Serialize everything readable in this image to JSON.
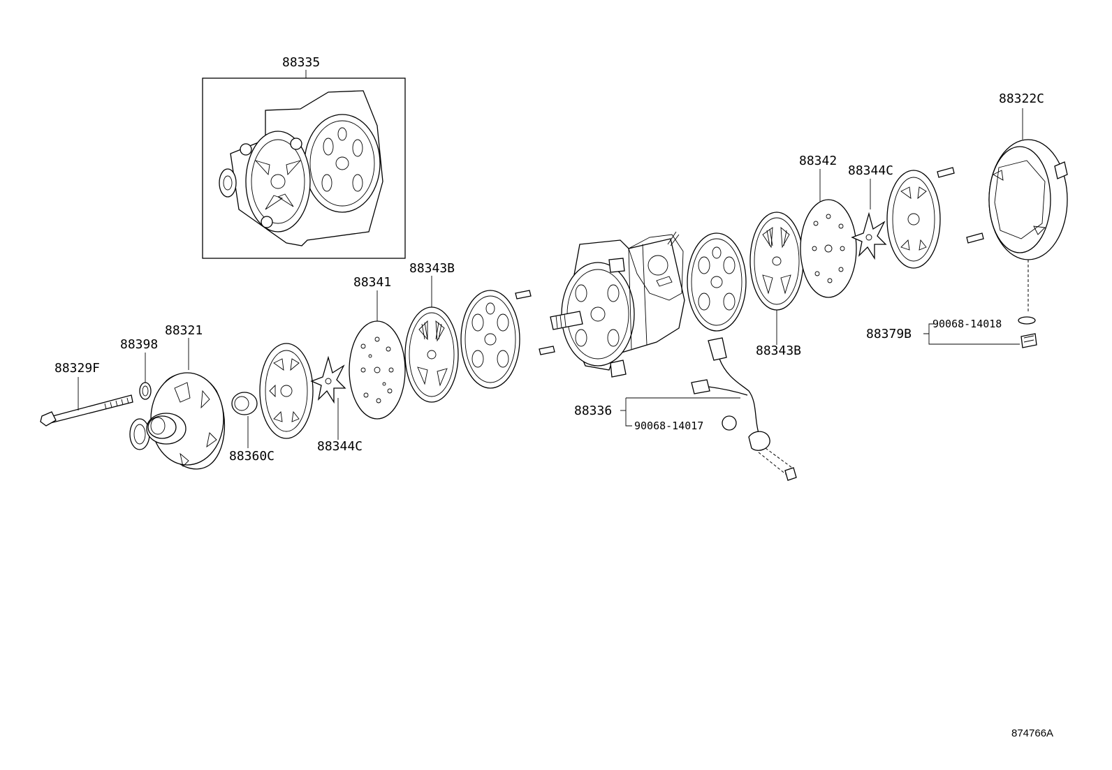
{
  "figure_id": "874766A",
  "labels": {
    "p88335": "88335",
    "p88322C": "88322C",
    "p88342": "88342",
    "p88344C_right": "88344C",
    "p88343B_top": "88343B",
    "p88341": "88341",
    "p88321": "88321",
    "p88398": "88398",
    "p88329F": "88329F",
    "p88360C": "88360C",
    "p88344C_left": "88344C",
    "p88343B_mid": "88343B",
    "p88379B": "88379B",
    "p90068_14018": "90068-14018",
    "p88336": "88336",
    "p90068_14017": "90068-14017"
  }
}
